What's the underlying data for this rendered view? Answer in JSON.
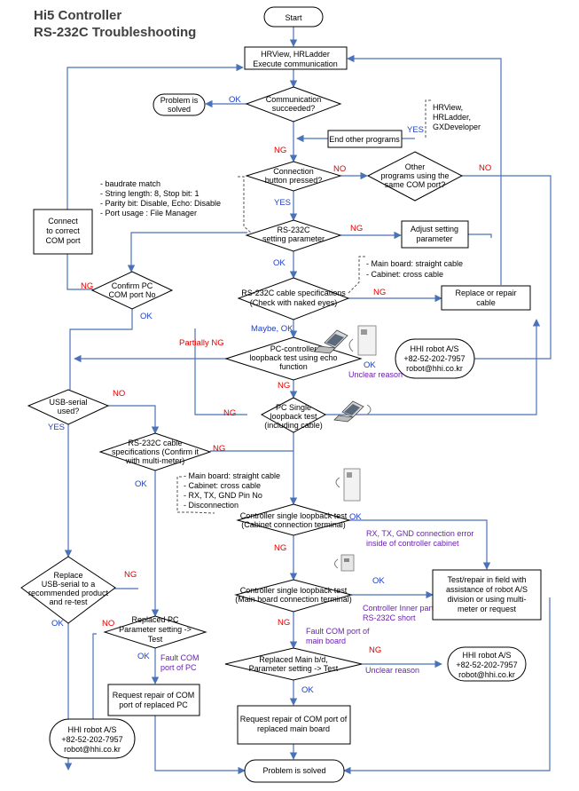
{
  "title": {
    "line1": "Hi5 Controller",
    "line2": "RS-232C Troubleshooting"
  },
  "nodes": {
    "start": [
      "Start"
    ],
    "hrview_exec": [
      "HRView, HRLadder",
      "Execute communication"
    ],
    "comm_ok": [
      "Communication",
      "succeeded?"
    ],
    "problem_solved_top": [
      "Problem is",
      "solved"
    ],
    "end_other": [
      "End other programs"
    ],
    "conn_pressed": [
      "Connection",
      "button pressed?"
    ],
    "other_programs": [
      "Other",
      "programs using the",
      "same COM port?"
    ],
    "rs232_setting": [
      "RS-232C",
      "setting parameter"
    ],
    "adjust_setting": [
      "Adjust setting",
      "parameter"
    ],
    "connect_correct": [
      "Connect",
      "to correct",
      "COM port"
    ],
    "confirm_pc": [
      "Confirm PC",
      "COM port No"
    ],
    "cable_spec": [
      "RS-232C cable specifications",
      "(Check with naked eyes)"
    ],
    "replace_cable": [
      "Replace or repair",
      "cable"
    ],
    "loopback_echo": [
      "PC-controller",
      "loopback test using echo",
      "function"
    ],
    "hhi_1": [
      "HHI robot A/S",
      "+82-52-202-7957",
      "robot@hhi.co.kr"
    ],
    "usb_serial": [
      "USB-serial",
      "used?"
    ],
    "pc_single": [
      "PC Single",
      "loopback test",
      "(including cable)"
    ],
    "cable_spec_meter": [
      "RS-232C cable",
      "specifications (Confirm it",
      "with multi-meter)"
    ],
    "ctrl_cabinet": [
      "Controller single loopback test",
      "(Cabinet connection terminal)"
    ],
    "replace_usb": [
      "Replace",
      "USB-serial to a",
      "recommended product",
      "and re-test"
    ],
    "ctrl_mainboard": [
      "Controller single loopback test",
      "(Main board connection terminal)"
    ],
    "test_repair": [
      "Test/repair in field with",
      "assistance of robot A/S",
      "division or using multi-",
      "meter or request"
    ],
    "replaced_pc": [
      "Replaced PC",
      "Parameter setting ->",
      "Test"
    ],
    "replaced_mainbd": [
      "Replaced Main b/d,",
      "Parameter setting -> Test"
    ],
    "hhi_2": [
      "HHI robot A/S",
      "+82-52-202-7957",
      "robot@hhi.co.kr"
    ],
    "req_pc": [
      "Request repair of COM",
      "port of replaced PC"
    ],
    "req_mainbd": [
      "Request repair of COM port of",
      "replaced main board"
    ],
    "hhi_3": [
      "HHI robot A/S",
      "+82-52-202-7957",
      "robot@hhi.co.kr"
    ],
    "problem_solved_bottom": [
      "Problem is solved"
    ]
  },
  "notes": {
    "programs": [
      "HRView,",
      "HRLadder,",
      "GXDeveloper"
    ],
    "settings": [
      "- baudrate match",
      "- String length: 8, Stop bit: 1",
      "- Parity bit: Disable, Echo: Disable",
      "- Port usage : File Manager"
    ],
    "cables": [
      "- Main board: straight cable",
      "- Cabinet: cross cable"
    ],
    "meter": [
      "- Main board: straight cable",
      "- Cabinet: cross cable",
      "- RX, TX, GND Pin No",
      "- Disconnection"
    ]
  },
  "labels": {
    "ok": "OK",
    "ng": "NG",
    "yes": "YES",
    "no": "NO",
    "maybe_ok": "Maybe, OK",
    "partially_ng": "Partially NG",
    "unclear_reason": "Unclear reason",
    "rx_tx_error": [
      "RX, TX, GND connection error",
      "inside of controller cabinet"
    ],
    "inner_part": [
      "Controller Inner part",
      "RS-232C short"
    ],
    "fault_mainbd": [
      "Fault COM port of",
      "main board"
    ],
    "fault_pc": [
      "Fault COM",
      "port of PC"
    ]
  },
  "colors": {
    "line": "#4a72b8",
    "box_stroke": "#000000",
    "ng": "#e00000",
    "ok": "#2040c0",
    "note": "#6a1fb0"
  }
}
